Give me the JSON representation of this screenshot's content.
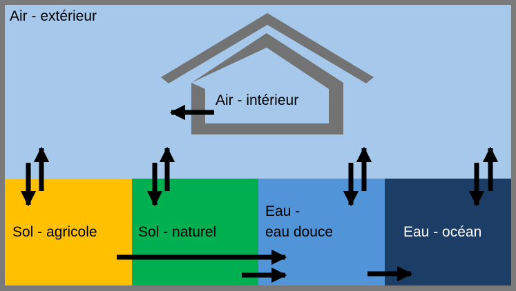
{
  "diagram": {
    "compartments": {
      "outdoor_air": {
        "label": "Air - extérieur",
        "color": "#a6c8ea"
      },
      "indoor_air": {
        "label": "Air - intérieur"
      },
      "agricultural_soil": {
        "label": "Sol - agricole",
        "color": "#ffc000"
      },
      "natural_soil": {
        "label": "Sol - naturel",
        "color": "#00b050"
      },
      "freshwater": {
        "line1": "Eau -",
        "line2": "eau douce",
        "color": "#5294d8"
      },
      "ocean": {
        "label": "Eau - océan",
        "color": "#1b3d66"
      }
    },
    "border_color": "#7a7a7a",
    "house_color": "#737373",
    "arrow_color": "#000000",
    "text_color": "#000000",
    "ocean_text_color": "#ffffff"
  }
}
